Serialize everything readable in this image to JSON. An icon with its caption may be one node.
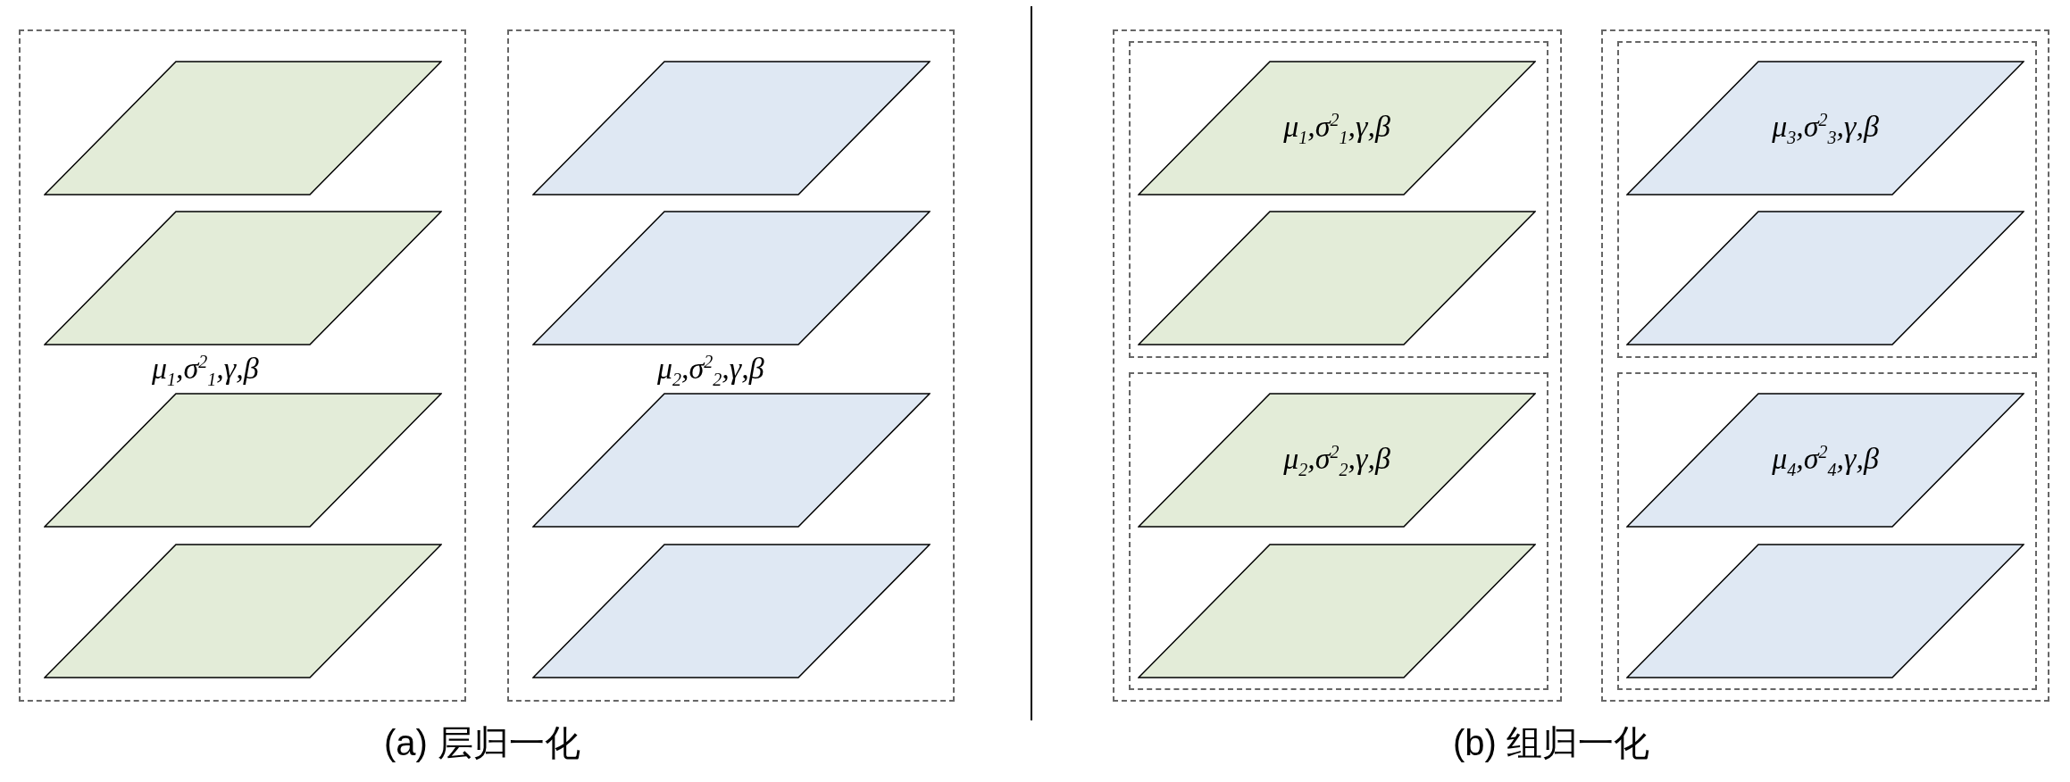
{
  "diagram": {
    "nodes": [
      {
        "text": [
          "μ$_{1}$,σ$^{2}$$_{1}$,γ,β"
        ]
      },
      {
        "text": [],
        "shape": "parallelogram",
        "in": 0
      },
      {
        "text": [],
        "shape": "parallelogram",
        "in": 0
      },
      {
        "text": [],
        "shape": "parallelogram",
        "in": 0
      },
      {
        "text": [],
        "shape": "parallelogram",
        "in": 0
      },
      {
        "text": [
          "μ$_{2}$,σ$^{2}$$_{2}$,γ,β"
        ]
      },
      {
        "text": [],
        "shape": "parallelogram",
        "in": 5
      },
      {
        "text": [],
        "shape": "parallelogram",
        "in": 5
      },
      {
        "text": [],
        "shape": "parallelogram",
        "in": 5
      },
      {
        "text": [],
        "shape": "parallelogram",
        "in": 5
      },
      {
        "text": [],
        "shape": "box"
      },
      {
        "text": [],
        "shape": "box",
        "in": 10
      },
      {
        "text": [
          "μ$_{1}$,σ$^{2}$$_{1}$,γ,β"
        ],
        "in": 11
      },
      {
        "text": [],
        "shape": "parallelogram",
        "in": 11
      },
      {
        "text": [],
        "shape": "box",
        "in": 10
      },
      {
        "text": [
          "μ$_{2}$,σ$^{2}$$_{2}$,γ,β"
        ],
        "in": 14
      },
      {
        "text": [],
        "shape": "parallelogram",
        "in": 14
      },
      {
        "text": [],
        "shape": "box"
      },
      {
        "text": [],
        "shape": "box",
        "in": 17
      },
      {
        "text": [
          "μ$_{3}$,σ$^{2}$$_{3}$,γ,β"
        ],
        "in": 18
      },
      {
        "text": [],
        "shape": "parallelogram",
        "in": 18
      },
      {
        "text": [],
        "shape": "box",
        "in": 17
      },
      {
        "text": [
          "μ$_{4}$,σ$^{2}$$_{4}$,γ,β"
        ],
        "in": 21
      },
      {
        "text": [],
        "shape": "parallelogram",
        "in": 21
      }
    ],
    "edges": [],
    "labels": [
      "(a) 层归一化",
      "(b) 组归一化"
    ]
  }
}
